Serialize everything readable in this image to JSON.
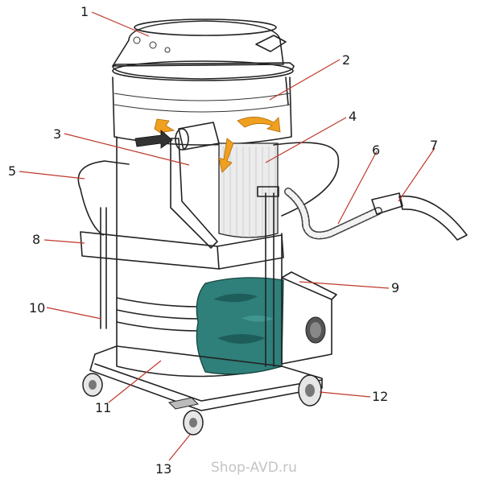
{
  "callouts": [
    {
      "id": 1,
      "label": "1"
    },
    {
      "id": 2,
      "label": "2"
    },
    {
      "id": 3,
      "label": "3"
    },
    {
      "id": 4,
      "label": "4"
    },
    {
      "id": 5,
      "label": "5"
    },
    {
      "id": 6,
      "label": "6"
    },
    {
      "id": 7,
      "label": "7"
    },
    {
      "id": 8,
      "label": "8"
    },
    {
      "id": 9,
      "label": "9"
    },
    {
      "id": 10,
      "label": "10"
    },
    {
      "id": 11,
      "label": "11"
    },
    {
      "id": 12,
      "label": "12"
    },
    {
      "id": 13,
      "label": "13"
    }
  ],
  "watermark": "Shop-AVD.ru",
  "colors": {
    "leader": "#c0392b",
    "outline": "#222222",
    "liquid": "#2f7f7a",
    "liquid_dark": "#1d5e5a",
    "airflow": "#f0a020",
    "filter": "#e8e8e8"
  }
}
